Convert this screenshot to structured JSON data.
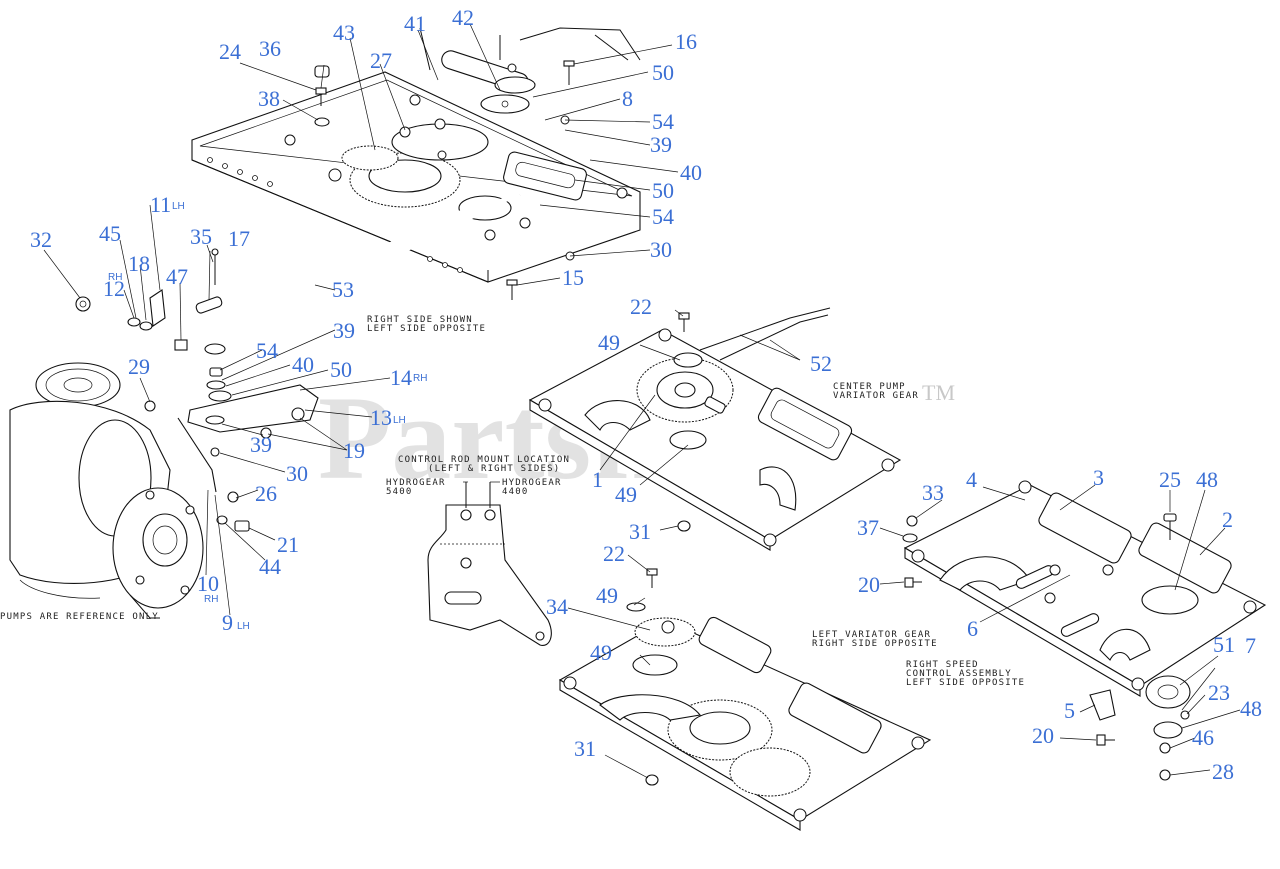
{
  "watermark": {
    "brand": "Partsfree",
    "mark": "TM"
  },
  "notes": [
    {
      "id": "right-side-shown",
      "lines": [
        "RIGHT SIDE SHOWN",
        "LEFT SIDE OPPOSITE"
      ]
    },
    {
      "id": "center-pump",
      "lines": [
        "CENTER PUMP",
        "VARIATOR GEAR"
      ]
    },
    {
      "id": "control-rod",
      "lines": [
        "CONTROL ROD MOUNT LOCATION",
        "(LEFT & RIGHT SIDES)"
      ]
    },
    {
      "id": "hydrogear-5400",
      "lines": [
        "HYDROGEAR",
        "5400"
      ]
    },
    {
      "id": "hydrogear-4400",
      "lines": [
        "HYDROGEAR",
        "4400"
      ]
    },
    {
      "id": "left-variator",
      "lines": [
        "LEFT VARIATOR GEAR",
        "RIGHT SIDE OPPOSITE"
      ]
    },
    {
      "id": "right-speed",
      "lines": [
        "RIGHT SPEED",
        "CONTROL ASSEMBLY",
        "LEFT SIDE OPPOSITE"
      ]
    },
    {
      "id": "pumps-reference",
      "lines": [
        "PUMPS ARE REFERENCE ONLY"
      ]
    }
  ],
  "callouts": [
    {
      "n": "1"
    },
    {
      "n": "2"
    },
    {
      "n": "3"
    },
    {
      "n": "4"
    },
    {
      "n": "5"
    },
    {
      "n": "6"
    },
    {
      "n": "7"
    },
    {
      "n": "8"
    },
    {
      "n": "9",
      "sub": "LH"
    },
    {
      "n": "10",
      "sub": "RH"
    },
    {
      "n": "11",
      "sub": "LH"
    },
    {
      "n": "12",
      "sub": "RH"
    },
    {
      "n": "13",
      "sub": "LH"
    },
    {
      "n": "14",
      "sub": "RH"
    },
    {
      "n": "15"
    },
    {
      "n": "16"
    },
    {
      "n": "17"
    },
    {
      "n": "18"
    },
    {
      "n": "19"
    },
    {
      "n": "20"
    },
    {
      "n": "20"
    },
    {
      "n": "21"
    },
    {
      "n": "22"
    },
    {
      "n": "22"
    },
    {
      "n": "23"
    },
    {
      "n": "24"
    },
    {
      "n": "25"
    },
    {
      "n": "26"
    },
    {
      "n": "27"
    },
    {
      "n": "28"
    },
    {
      "n": "29"
    },
    {
      "n": "30"
    },
    {
      "n": "30"
    },
    {
      "n": "31"
    },
    {
      "n": "31"
    },
    {
      "n": "32"
    },
    {
      "n": "33"
    },
    {
      "n": "34"
    },
    {
      "n": "35"
    },
    {
      "n": "36"
    },
    {
      "n": "37"
    },
    {
      "n": "38"
    },
    {
      "n": "39"
    },
    {
      "n": "39"
    },
    {
      "n": "39"
    },
    {
      "n": "40"
    },
    {
      "n": "40"
    },
    {
      "n": "41"
    },
    {
      "n": "42"
    },
    {
      "n": "43"
    },
    {
      "n": "44"
    },
    {
      "n": "45"
    },
    {
      "n": "46"
    },
    {
      "n": "47"
    },
    {
      "n": "48"
    },
    {
      "n": "48"
    },
    {
      "n": "49"
    },
    {
      "n": "49"
    },
    {
      "n": "49"
    },
    {
      "n": "49"
    },
    {
      "n": "50"
    },
    {
      "n": "50"
    },
    {
      "n": "50"
    },
    {
      "n": "51"
    },
    {
      "n": "52"
    },
    {
      "n": "53"
    },
    {
      "n": "54"
    },
    {
      "n": "54"
    },
    {
      "n": "54"
    }
  ]
}
